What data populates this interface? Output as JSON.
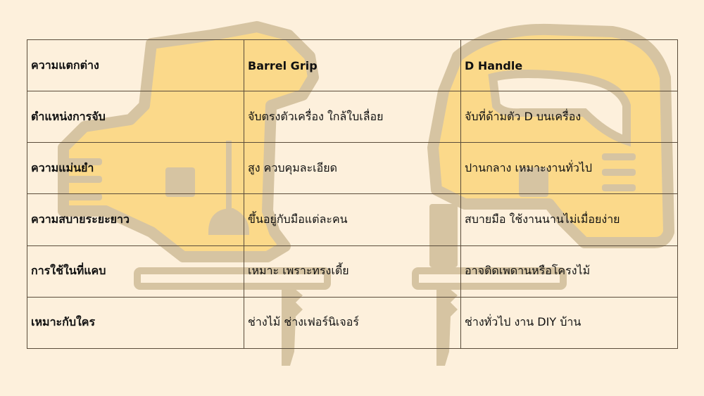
{
  "table": {
    "header": [
      "ความแตกต่าง",
      "Barrel Grip",
      "D Handle"
    ],
    "rows": [
      [
        "ตำแหน่งการจับ",
        "จับตรงตัวเครื่อง ใกล้ใบเลื่อย",
        "จับที่ด้ามตัว D บนเครื่อง"
      ],
      [
        "ความแม่นยำ",
        "สูง ควบคุมละเอียด",
        "ปานกลาง เหมาะงานทั่วไป"
      ],
      [
        "ความสบายระยะยาว",
        "ขึ้นอยู่กับมือแต่ละคน",
        "สบายมือ ใช้งานนานไม่เมื่อยง่าย"
      ],
      [
        "การใช้ในที่แคบ",
        "เหมาะ เพราะทรงเตี้ย",
        "อาจติดเพดานหรือโครงไม้"
      ],
      [
        "เหมาะกับใคร",
        "ช่างไม้ ช่างเฟอร์นิเจอร์",
        "ช่างทั่วไป งาน DIY บ้าน"
      ]
    ]
  },
  "colors": {
    "background": "#fdf0dc",
    "illustration_fill": "#fbd98a",
    "illustration_outline": "#d6c4a2",
    "border": "#5a4c3a"
  }
}
